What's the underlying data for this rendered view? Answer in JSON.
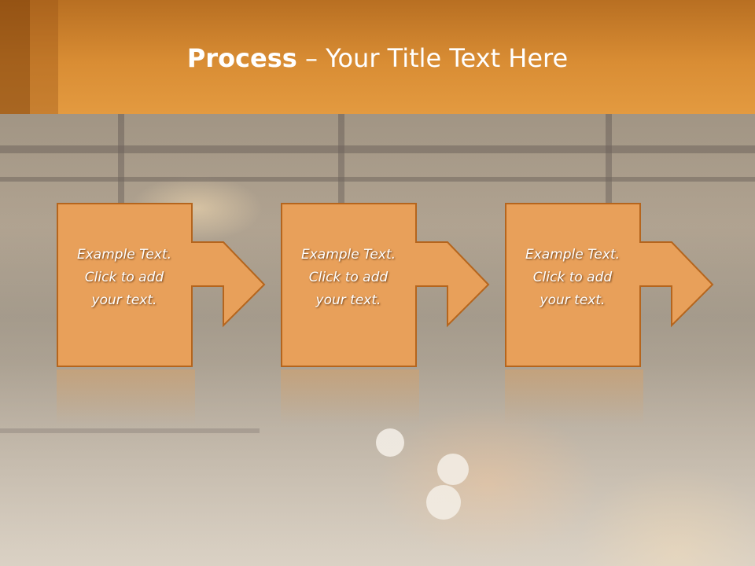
{
  "slide": {
    "title_bold": "Process",
    "title_rest": " – Your Title Text Here"
  },
  "steps": [
    {
      "line1": "Example Text.",
      "line2": "Click  to add",
      "line3": "your text."
    },
    {
      "line1": "Example Text.",
      "line2": "Click  to add",
      "line3": "your text."
    },
    {
      "line1": "Example Text.",
      "line2": "Click  to add",
      "line3": "your text."
    }
  ],
  "colors": {
    "title_bar": "#d98d34",
    "block_fill": "#e8a05a",
    "block_border": "#b5651d"
  }
}
